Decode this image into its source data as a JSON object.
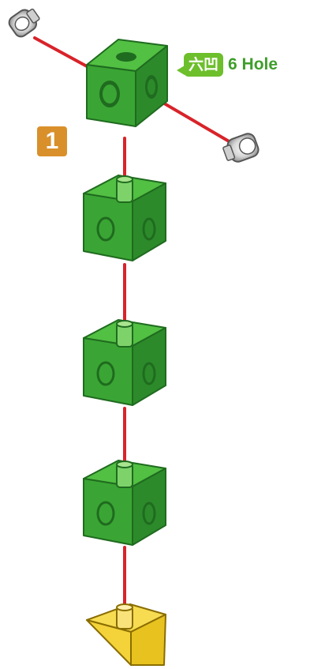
{
  "step": {
    "number": "1"
  },
  "callout": {
    "tag": "六凹",
    "text": "6 Hole"
  },
  "colors": {
    "cube_front": "#3aa534",
    "cube_side": "#2c8a2a",
    "cube_top": "#52c043",
    "cube_outline": "#1f6b1f",
    "connector_line": "#d8232a",
    "peg": "#7dd36a",
    "wedge": "#f4d23a",
    "badge": "#d9902a",
    "tag": "#6dbf2c"
  }
}
